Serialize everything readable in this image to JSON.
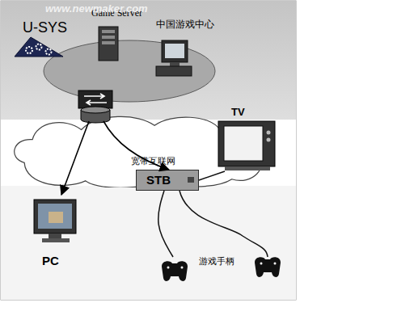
{
  "diagram": {
    "nodes": [
      {
        "text": [
          "U-SYS"
        ]
      },
      {
        "text": [
          "Game Server"
        ]
      },
      {
        "text": [
          "中国游戏中心"
        ]
      },
      {
        "text": [
          "宽带互联网"
        ]
      },
      {
        "text": [
          "TV"
        ]
      },
      {
        "text": [
          "STB"
        ]
      },
      {
        "text": [
          "PC"
        ]
      },
      {
        "text": [
          "游戏手柄"
        ]
      }
    ],
    "edges": [
      {
        "from": 5,
        "to": 4,
        "arrow": "none"
      },
      {
        "from": 5,
        "to": 7,
        "arrow": "none"
      }
    ],
    "labels": [
      "www.newmaker.com"
    ]
  }
}
